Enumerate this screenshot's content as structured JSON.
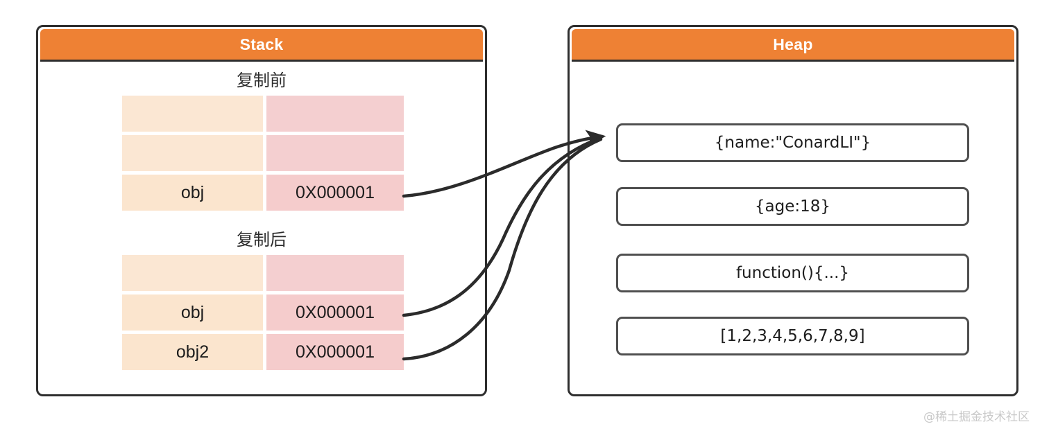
{
  "diagram": {
    "title": "Stack and Heap reference copy diagram",
    "colors": {
      "header_orange": "#ee8134",
      "panel_border": "#2e2e2e",
      "cell_name_bg": "#fbe5ce",
      "cell_addr_bg": "#f5cccc",
      "heap_box_border": "#4f4f4f",
      "arrow_stroke": "#2b2b2b",
      "watermark": "#c9c9c9"
    }
  },
  "stack": {
    "header": "Stack",
    "sections": [
      {
        "caption": "复制前",
        "rows": [
          {
            "name": "",
            "address": "",
            "empty": true
          },
          {
            "name": "",
            "address": "",
            "empty": true
          },
          {
            "name": "obj",
            "address": "0X000001",
            "empty": false
          }
        ]
      },
      {
        "caption": "复制后",
        "rows": [
          {
            "name": "",
            "address": "",
            "empty": true
          },
          {
            "name": "obj",
            "address": "0X000001",
            "empty": false
          },
          {
            "name": "obj2",
            "address": "0X000001",
            "empty": false
          }
        ]
      }
    ]
  },
  "heap": {
    "header": "Heap",
    "boxes": [
      {
        "label": "{name:\"ConardLI\"}"
      },
      {
        "label": "{age:18}"
      },
      {
        "label": "function(){...}"
      },
      {
        "label": "[1,2,3,4,5,6,7,8,9]"
      }
    ]
  },
  "connectors": [
    {
      "from": "before-obj-address",
      "to": "heap-box-0",
      "has_arrowhead": true
    },
    {
      "from": "after-obj-address",
      "to": "heap-box-0",
      "has_arrowhead": false
    },
    {
      "from": "after-obj2-address",
      "to": "heap-box-0",
      "has_arrowhead": false
    }
  ],
  "watermark": {
    "text": "@稀土掘金技术社区"
  }
}
